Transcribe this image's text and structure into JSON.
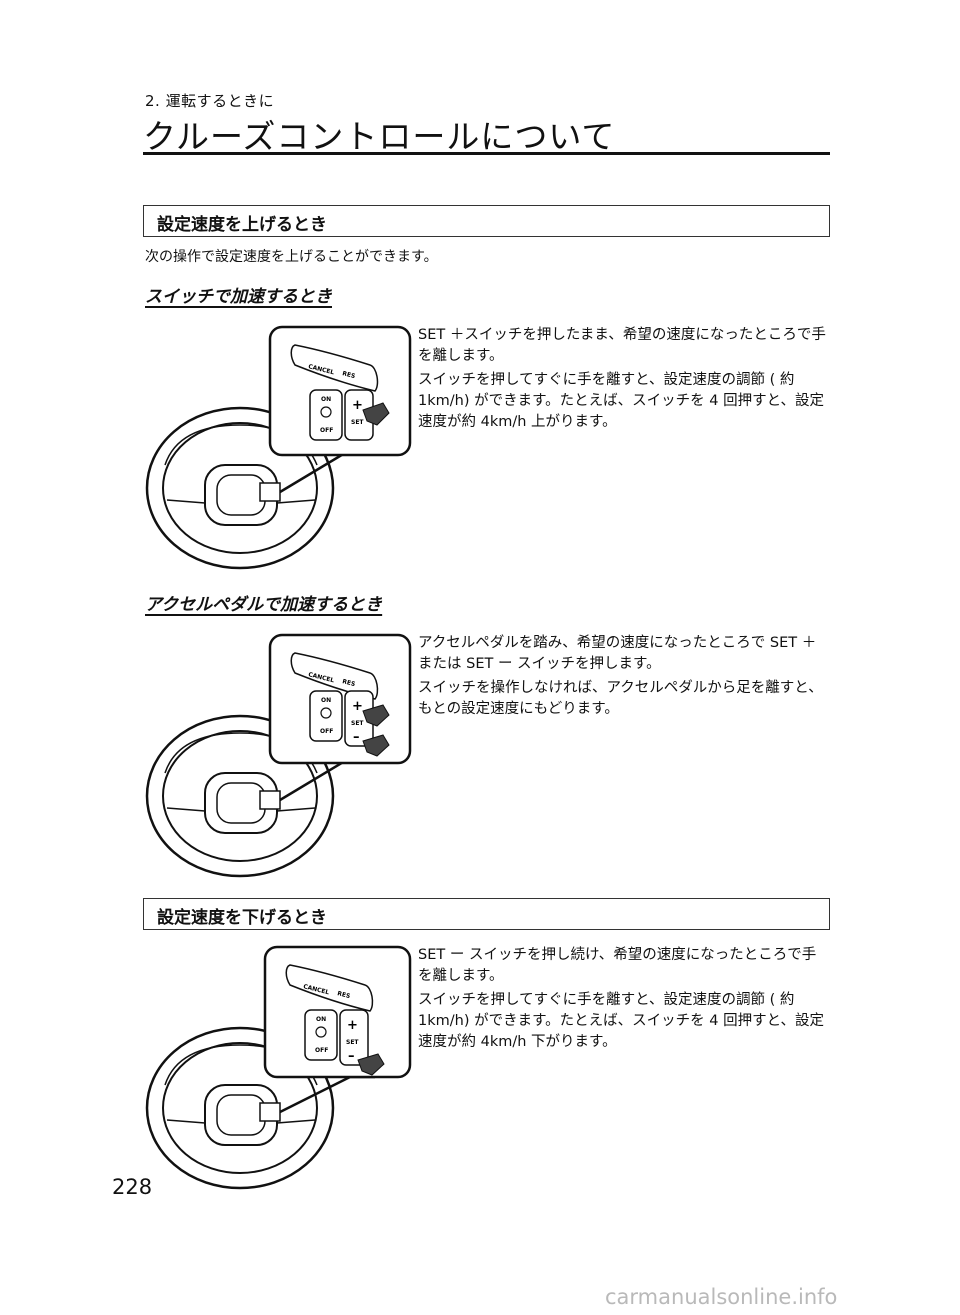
{
  "header": {
    "chapter": "2. 運転するときに",
    "title": "クルーズコントロールについて"
  },
  "section_increase": {
    "heading": "設定速度を上げるとき",
    "intro": "次の操作で設定速度を上げることができます。",
    "switch": {
      "subheading": "スイッチで加速するとき",
      "lead": "SET ＋スイッチを押したまま、希望の速度になったところで手を離します。",
      "detail": "スイッチを押してすぐに手を離すと、設定速度の調節 ( 約 1km/h) ができます。たとえば、スイッチを 4 回押すと、設定速度が約 4km/h 上がります。"
    },
    "accelerator": {
      "subheading": "アクセルペダルで加速するとき",
      "lead": "アクセルペダルを踏み、希望の速度になったところで SET ＋または SET ー スイッチを押します。",
      "detail": "スイッチを操作しなければ、アクセルペダルから足を離すと、もとの設定速度にもどります。"
    }
  },
  "section_decrease": {
    "heading": "設定速度を下げるとき",
    "lead": "SET ー スイッチを押し続け、希望の速度になったところで手を離します。",
    "detail": "スイッチを押してすぐに手を離すと、設定速度の調節 ( 約 1km/h) ができます。たとえば、スイッチを 4 回押すと、設定速度が約 4km/h 下がります。"
  },
  "illustration_labels": {
    "cancel": "CANCEL",
    "res": "RES",
    "on": "ON",
    "off": "OFF",
    "set": "SET",
    "plus": "+",
    "minus": "–"
  },
  "footer": {
    "page_number": "228",
    "watermark": "carmanualsonline.info"
  }
}
